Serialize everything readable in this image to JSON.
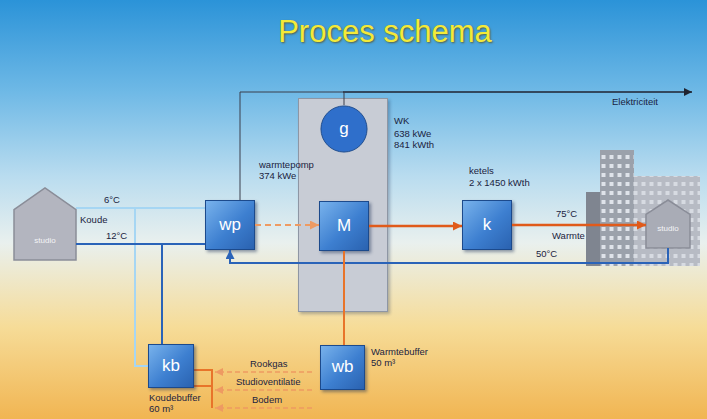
{
  "diagram": {
    "title": "Proces schema",
    "nodes": [
      {
        "text": [
          "studio"
        ]
      },
      {
        "text": [
          "wp",
          "warmtepomp 374 kWe"
        ]
      },
      {
        "text": [
          "WK",
          "638 kWe 841 kWth"
        ]
      },
      {
        "text": [
          "g"
        ],
        "in": 2
      },
      {
        "text": [
          "M"
        ],
        "in": 2
      },
      {
        "text": [
          "k",
          "ketels",
          "2 x 1450 kWth"
        ]
      },
      {
        "text": [
          "kb",
          "Koudebuffer 60 m³"
        ]
      },
      {
        "text": [
          "wb",
          "Warmtebuffer 50 m³"
        ]
      },
      {
        "text": [
          "studio"
        ]
      }
    ],
    "edges": [
      {
        "from": 0,
        "to": 1,
        "arrow": "none"
      },
      {
        "from": 1,
        "to": 4,
        "arrow": "to"
      },
      {
        "from": 4,
        "to": 5,
        "arrow": "to"
      },
      {
        "from": 5,
        "to": 8,
        "arrow": "to"
      },
      {
        "from": 8,
        "to": 1,
        "arrow": "to"
      },
      {
        "from": 4,
        "to": 7,
        "arrow": "none"
      },
      {
        "from": 6,
        "to": 1,
        "arrow": "none"
      },
      {
        "from": 3,
        "to": 1,
        "arrow": "none"
      }
    ],
    "labels": [
      "Elektriciteit",
      "6°C",
      "Koude",
      "12°C",
      "75°C",
      "Warmte",
      "50°C",
      "Rookgas",
      "Studioventilatie",
      "Bodem"
    ]
  }
}
